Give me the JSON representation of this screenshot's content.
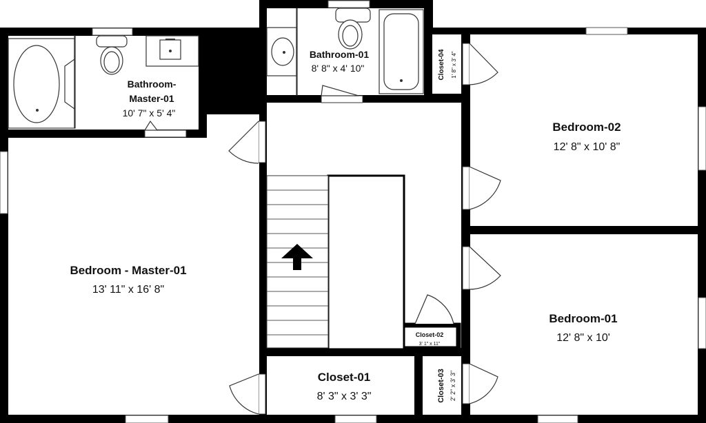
{
  "plan": {
    "wall_color": "#000000",
    "floor_color": "#ffffff",
    "rooms": {
      "bedroom_master_01": {
        "name": "Bedroom - Master-01",
        "dims": "13' 11\" x 16' 8\""
      },
      "bathroom_master_01": {
        "name_line1": "Bathroom-",
        "name_line2": "Master-01",
        "dims": "10' 7\" x 5' 4\""
      },
      "bathroom_01": {
        "name": "Bathroom-01",
        "dims": "8' 8\" x 4' 10\""
      },
      "closet_04": {
        "name": "Closet-04",
        "dims": "1' 8\" x 3' 4\""
      },
      "bedroom_02": {
        "name": "Bedroom-02",
        "dims": "12' 8\" x 10' 8\""
      },
      "bedroom_01": {
        "name": "Bedroom-01",
        "dims": "12' 8\" x 10'"
      },
      "closet_01": {
        "name": "Closet-01",
        "dims": "8' 3\" x 3' 3\""
      },
      "closet_02": {
        "name": "Closet-02",
        "dims": "3' 1\" x 11\""
      },
      "closet_03": {
        "name": "Closet-03",
        "dims": "2' 2\" x 3' 3\""
      }
    },
    "icons": {
      "stair_arrow": "up-arrow-icon",
      "toilet": "toilet-icon",
      "sink": "sink-icon",
      "bathtub": "bathtub-icon"
    }
  }
}
